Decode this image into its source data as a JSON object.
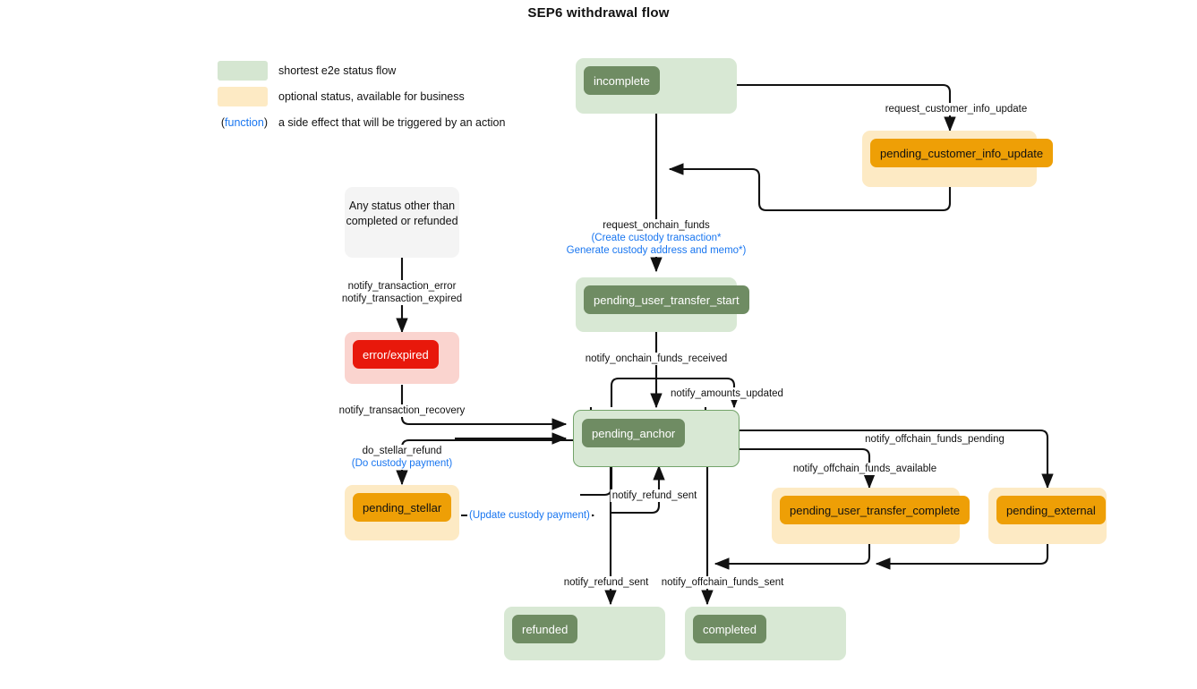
{
  "title": "SEP6 withdrawal flow",
  "colors": {
    "green_fill": "#d8e8d4",
    "green_pill": "#6f8c63",
    "green_border": "#73a36a",
    "orange_fill": "#fdeac4",
    "orange_pill": "#ee9f06",
    "red_fill": "#fad4cf",
    "red_pill": "#e8180b",
    "grey_fill": "#f4f4f4",
    "function_blue": "#1976f0",
    "edge": "#111111"
  },
  "legend": {
    "rows": [
      {
        "swatch": "green",
        "label": "shortest e2e status flow"
      },
      {
        "swatch": "orange",
        "label": "optional status, available for business"
      },
      {
        "swatch": "function",
        "prefix": "(",
        "fn": "function",
        "suffix": ")",
        "label": "a side effect that will be triggered by an action"
      }
    ]
  },
  "nodes": {
    "incomplete": {
      "label": "incomplete",
      "kind": "green"
    },
    "pending_customer_info_update": {
      "label": "pending_customer_info_update",
      "kind": "orange"
    },
    "pending_user_transfer_start": {
      "label": "pending_user_transfer_start",
      "kind": "green"
    },
    "pending_anchor": {
      "label": "pending_anchor",
      "kind": "green-bordered"
    },
    "any_status": {
      "label": "Any status other than\ncompleted or refunded",
      "kind": "grey",
      "line1": "Any status other than",
      "line2": "completed or refunded"
    },
    "error_expired": {
      "label": "error/expired",
      "kind": "red"
    },
    "pending_stellar": {
      "label": "pending_stellar",
      "kind": "orange"
    },
    "pending_user_transfer_complete": {
      "label": "pending_user_transfer_complete",
      "kind": "orange"
    },
    "pending_external": {
      "label": "pending_external",
      "kind": "orange"
    },
    "refunded": {
      "label": "refunded",
      "kind": "green"
    },
    "completed": {
      "label": "completed",
      "kind": "green"
    }
  },
  "edges": {
    "request_customer_info_update": {
      "label": "request_customer_info_update"
    },
    "request_onchain_funds": {
      "label": "request_onchain_funds",
      "fn1": "(Create custody transaction*",
      "fn2": "Generate custody address and memo*)"
    },
    "notify_onchain_funds_received": {
      "label": "notify_onchain_funds_received"
    },
    "notify_amounts_updated": {
      "label": "notify_amounts_updated"
    },
    "notify_transaction_error": {
      "label": "notify_transaction_error"
    },
    "notify_transaction_expired": {
      "label": "notify_transaction_expired"
    },
    "notify_transaction_recovery": {
      "label": "notify_transaction_recovery"
    },
    "do_stellar_refund": {
      "label": "do_stellar_refund",
      "fn": "(Do custody payment)"
    },
    "update_custody_payment": {
      "fn": "(Update custody payment)"
    },
    "notify_refund_sent_loop": {
      "label": "notify_refund_sent"
    },
    "notify_offchain_funds_pending": {
      "label": "notify_offchain_funds_pending"
    },
    "notify_offchain_funds_available": {
      "label": "notify_offchain_funds_available"
    },
    "notify_refund_sent": {
      "label": "notify_refund_sent"
    },
    "notify_offchain_funds_sent": {
      "label": "notify_offchain_funds_sent"
    }
  }
}
